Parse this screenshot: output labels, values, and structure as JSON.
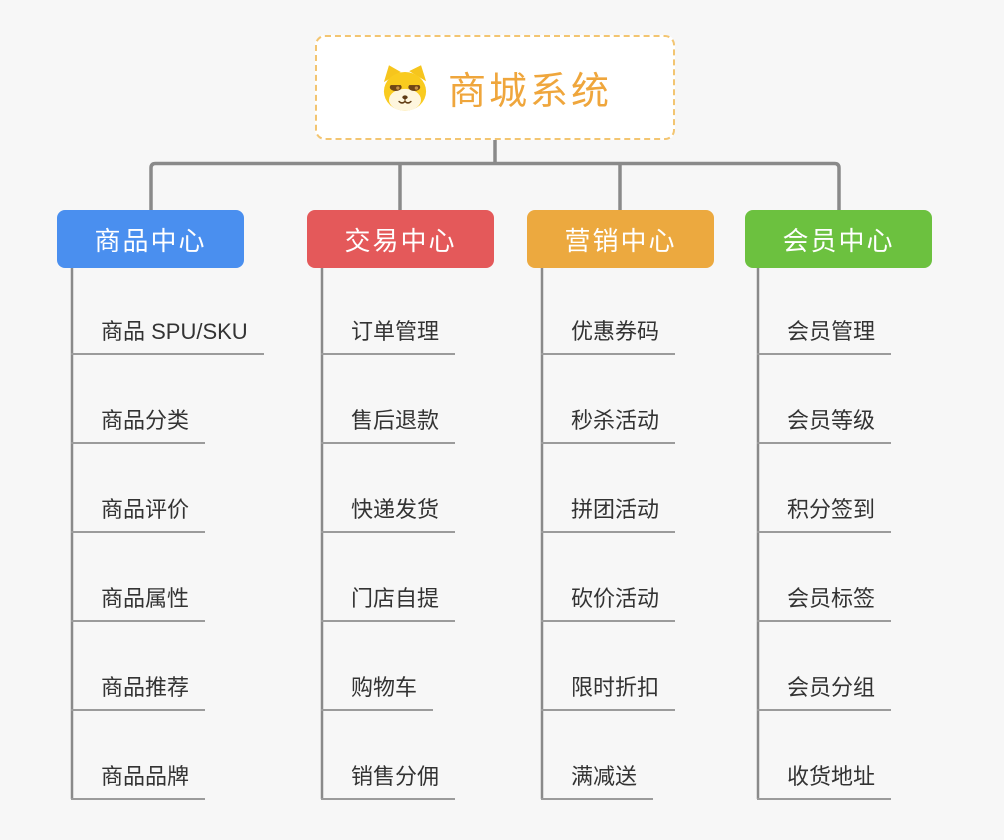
{
  "canvas": {
    "background_color": "#f7f7f7"
  },
  "root": {
    "title": "商城系统",
    "icon": "dog-face-icon",
    "text_color": "#efa63c",
    "border_color": "#f3c571",
    "fill_color": "#ffffff"
  },
  "connector_color": "#8a8a8a",
  "leaf_underline_color": "#9b9b9b",
  "leaf_text_color": "#333333",
  "branches": [
    {
      "label": "商品中心",
      "color": "#4a8fef",
      "items": [
        "商品 SPU/SKU",
        "商品分类",
        "商品评价",
        "商品属性",
        "商品推荐",
        "商品品牌"
      ]
    },
    {
      "label": "交易中心",
      "color": "#e4595a",
      "items": [
        "订单管理",
        "售后退款",
        "快递发货",
        "门店自提",
        "购物车",
        "销售分佣"
      ]
    },
    {
      "label": "营销中心",
      "color": "#eca93f",
      "items": [
        "优惠券码",
        "秒杀活动",
        "拼团活动",
        "砍价活动",
        "限时折扣",
        "满减送"
      ]
    },
    {
      "label": "会员中心",
      "color": "#6cc13f",
      "items": [
        "会员管理",
        "会员等级",
        "积分签到",
        "会员标签",
        "会员分组",
        "收货地址"
      ]
    }
  ]
}
